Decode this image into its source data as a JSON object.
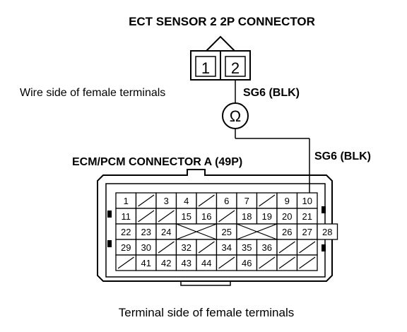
{
  "title": "ECT SENSOR 2 2P CONNECTOR",
  "sensor_connector": {
    "pins": [
      "1",
      "2"
    ],
    "caption": "Wire side of female terminals"
  },
  "wire_label_top": "SG6 (BLK)",
  "meter_symbol": "Ω",
  "ecm_connector": {
    "title": "ECM/PCM CONNECTOR A (49P)",
    "wire_label": "SG6 (BLK)",
    "caption": "Terminal side of female terminals",
    "rows": [
      [
        "1",
        "/",
        "3",
        "4",
        "/",
        "6",
        "7",
        "/",
        "9",
        "10"
      ],
      [
        "11",
        "/",
        "/",
        "15",
        "16",
        "/",
        "18",
        "19",
        "20",
        "21"
      ],
      [
        "22",
        "23",
        "24",
        "X",
        "",
        "25",
        "X",
        "",
        "26",
        "27",
        "28"
      ],
      [
        "29",
        "30",
        "/",
        "32",
        "/",
        "34",
        "35",
        "36",
        "/",
        "/"
      ],
      [
        "/",
        "41",
        "42",
        "43",
        "44",
        "/",
        "46",
        "/",
        "/",
        "/"
      ]
    ]
  },
  "colors": {
    "line": "#000000",
    "background": "#ffffff"
  }
}
